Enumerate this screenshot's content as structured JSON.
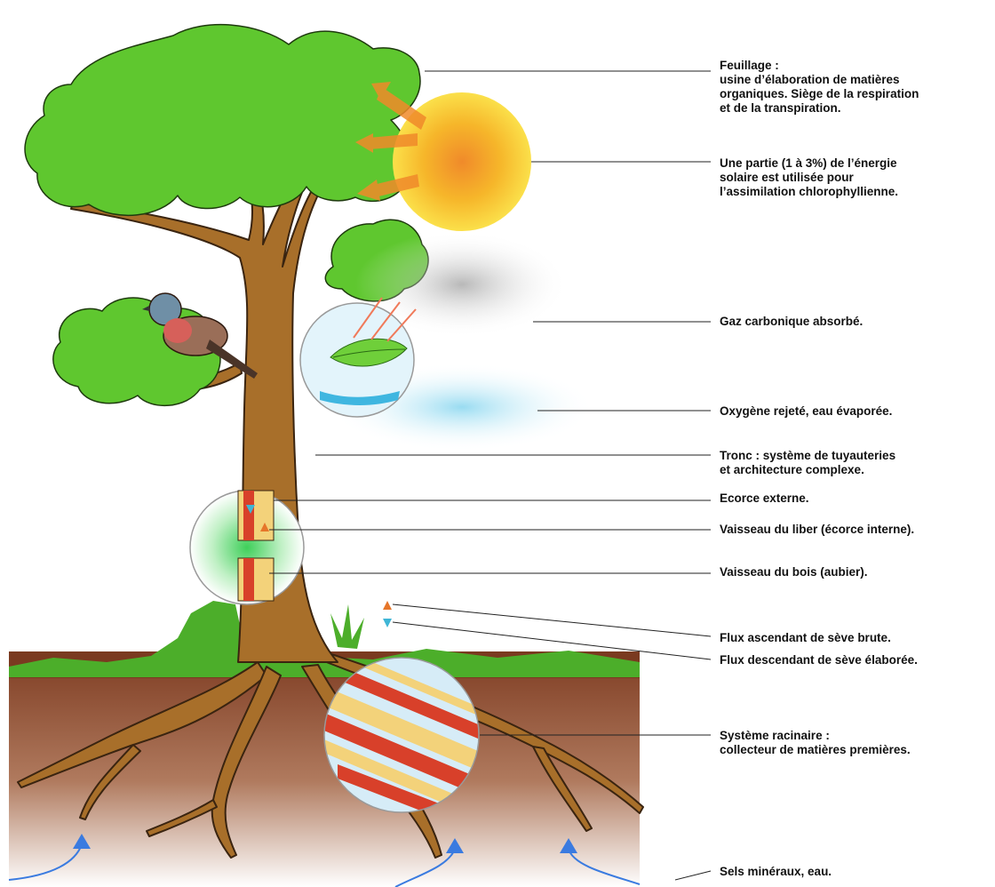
{
  "labels": {
    "feuillage": "Feuillage :\nusine d’élaboration de matières\norganiques. Siège de la respiration\net de la transpiration.",
    "energie": "Une partie (1 à 3%) de l’énergie\nsolaire est utilisée pour\nl’assimilation chlorophyllienne.",
    "gaz": "Gaz carbonique absorbé.",
    "oxygene": "Oxygène rejeté, eau évaporée.",
    "tronc": "Tronc : système de tuyauteries\net architecture complexe.",
    "ecorce": "Ecorce externe.",
    "liber": "Vaisseau du liber (écorce interne).",
    "bois": "Vaisseau du bois (aubier).",
    "ascendant": "Flux ascendant de sève brute.",
    "descendant": "Flux descendant de sève élaborée.",
    "racines": "Système racinaire :\ncollecteur de matières premières.",
    "sels": "Sels minéraux, eau."
  },
  "colors": {
    "foliage": "#5fc72f",
    "trunk": "#a86f2a",
    "soil": "#8b4a2c",
    "grass": "#4cae2a",
    "sun": "#f7c51f",
    "arrow_sun": "#f08a2a",
    "arrow_water": "#3a7be0",
    "sap_up": "#e6762a",
    "sap_down": "#3fb6d6"
  }
}
